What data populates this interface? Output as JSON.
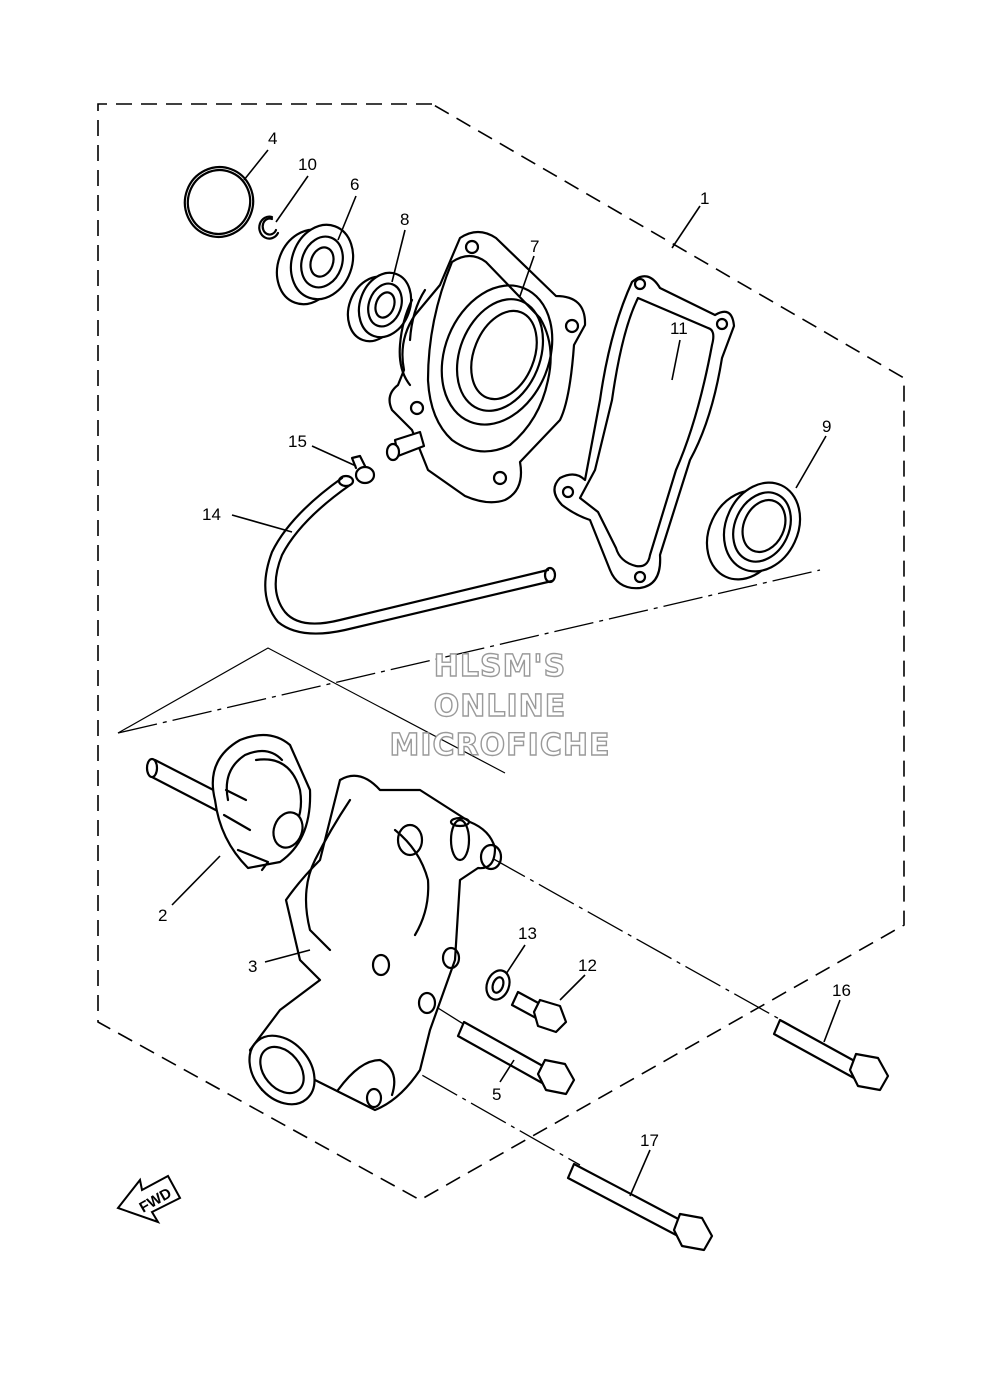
{
  "diagram": {
    "callouts": [
      "1",
      "2",
      "3",
      "4",
      "5",
      "6",
      "7",
      "8",
      "9",
      "10",
      "11",
      "12",
      "13",
      "14",
      "15",
      "16",
      "17"
    ],
    "watermark": {
      "line1": "HLSM'S",
      "line2": "ONLINE",
      "line3": "MICROFICHE"
    },
    "direction_arrow": {
      "label": "FWD",
      "icon": "arrow-forward-icon"
    }
  }
}
